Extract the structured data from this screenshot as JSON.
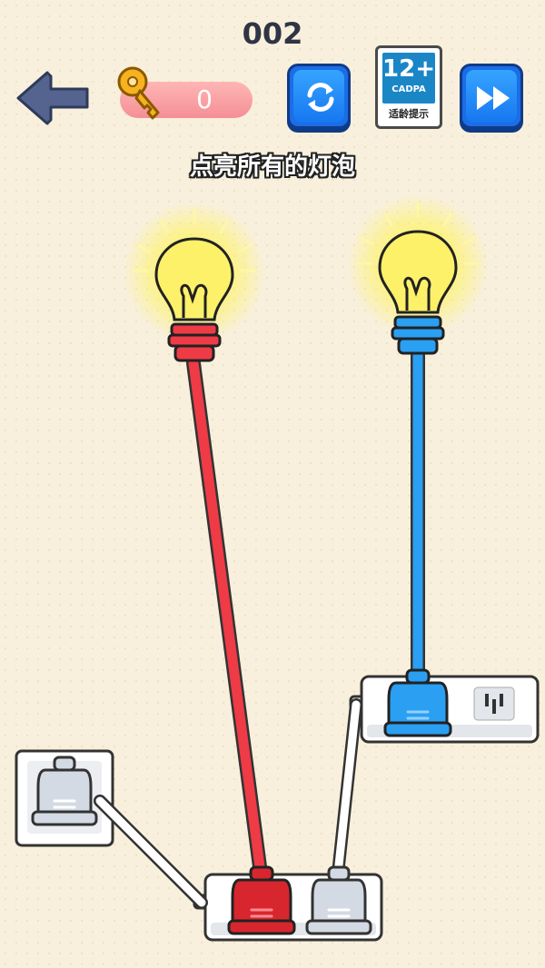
{
  "level": {
    "number": "002"
  },
  "header": {
    "back_icon": "arrow-left-icon",
    "keys": {
      "icon": "key-icon",
      "count": "0"
    },
    "restart_icon": "refresh-icon",
    "age_rating": {
      "age": "12+",
      "org": "CADPA",
      "label": "适龄提示"
    },
    "skip_icon": "fast-forward-icon"
  },
  "hint": "点亮所有的灯泡",
  "colors": {
    "red": "#ee3b46",
    "blue": "#2b9ff2",
    "white_plug": "#d3dae4",
    "bulb_glow": "#fff34a"
  },
  "bulbs": [
    {
      "name": "bulb-red",
      "lit": true,
      "socket_color": "red"
    },
    {
      "name": "bulb-blue",
      "lit": true,
      "socket_color": "blue"
    }
  ],
  "plugs": [
    {
      "name": "plug-red",
      "color": "red",
      "plugged": true
    },
    {
      "name": "plug-blue",
      "color": "blue",
      "plugged": true
    },
    {
      "name": "plug-white-top",
      "color": "white",
      "plugged": true
    },
    {
      "name": "plug-white-left",
      "color": "white",
      "plugged": true
    }
  ]
}
